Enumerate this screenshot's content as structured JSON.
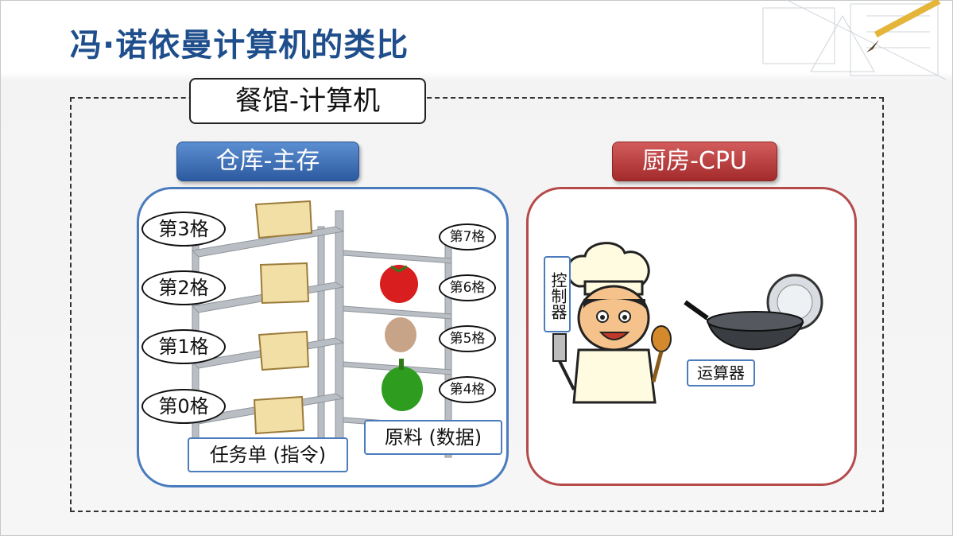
{
  "title": "冯·诺依曼计算机的类比",
  "section_title": "餐馆-计算机",
  "warehouse": {
    "label": "仓库-主存",
    "cells_left": [
      "第3格",
      "第2格",
      "第1格",
      "第0格"
    ],
    "cells_right": [
      "第7格",
      "第6格",
      "第5格",
      "第4格"
    ],
    "order_tag": "任务单 (指令)",
    "material_tag": "原料 (数据)"
  },
  "kitchen": {
    "label": "厨房-CPU",
    "control_tag": "控制器",
    "alu_tag": "运算器"
  },
  "colors": {
    "title": "#1f4e8c",
    "blue_accent": "#4a7bbd",
    "red_accent": "#b54a4a"
  }
}
